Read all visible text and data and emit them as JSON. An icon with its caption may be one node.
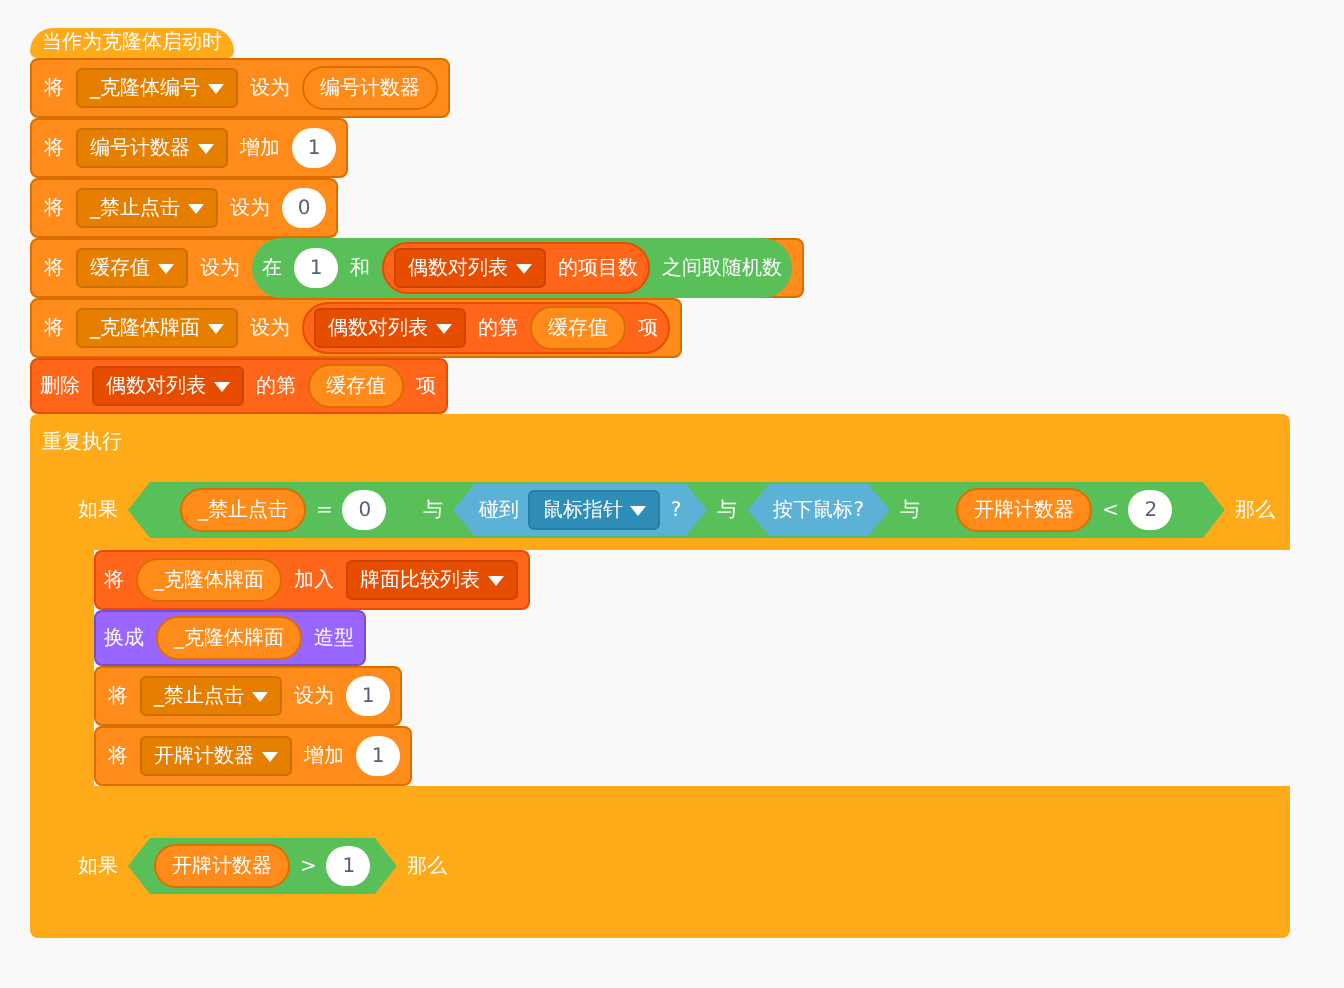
{
  "diagram": {
    "nodes": [
      {
        "text": [
          "当作为克隆体启动时"
        ]
      },
      {
        "text": [
          "将",
          "设为"
        ]
      },
      {
        "text": [
          "_克隆体编号"
        ],
        "in": 1
      },
      {
        "text": [
          "编号计数器"
        ],
        "in": 1
      },
      {
        "text": [
          "将",
          "增加"
        ]
      },
      {
        "text": [
          "编号计数器"
        ],
        "in": 4
      },
      {
        "text": [
          "1"
        ],
        "in": 4
      },
      {
        "text": [
          "将",
          "设为"
        ]
      },
      {
        "text": [
          "_禁止点击"
        ],
        "in": 7
      },
      {
        "text": [
          "0"
        ],
        "in": 7
      },
      {
        "text": [
          "将",
          "设为"
        ]
      },
      {
        "text": [
          "缓存值"
        ],
        "in": 10
      },
      {
        "text": [
          "在",
          "和",
          "之间取随机数"
        ],
        "in": 10
      },
      {
        "text": [
          "1"
        ],
        "in": 12
      },
      {
        "text": [
          "的项目数"
        ],
        "in": 12
      },
      {
        "text": [
          "偶数对列表"
        ],
        "in": 14
      },
      {
        "text": [
          "将",
          "设为"
        ]
      },
      {
        "text": [
          "_克隆体牌面"
        ],
        "in": 16
      },
      {
        "text": [
          "的第",
          "项"
        ],
        "in": 16
      },
      {
        "text": [
          "偶数对列表"
        ],
        "in": 18
      },
      {
        "text": [
          "缓存值"
        ],
        "in": 18
      },
      {
        "text": [
          "删除",
          "的第",
          "项"
        ]
      },
      {
        "text": [
          "偶数对列表"
        ],
        "in": 21
      },
      {
        "text": [
          "缓存值"
        ],
        "in": 21
      },
      {
        "text": [
          "重复执行"
        ]
      },
      {
        "text": [
          "如果",
          "那么"
        ],
        "in": 24
      },
      {
        "text": [
          "与",
          "与",
          "与"
        ],
        "in": 25
      },
      {
        "text": [
          "="
        ],
        "in": 26
      },
      {
        "text": [
          "_禁止点击"
        ],
        "in": 27
      },
      {
        "text": [
          "0"
        ],
        "in": 27
      },
      {
        "text": [
          "碰到",
          "?"
        ],
        "in": 26
      },
      {
        "text": [
          "鼠标指针"
        ],
        "in": 30
      },
      {
        "text": [
          "按下鼠标?"
        ],
        "in": 26
      },
      {
        "text": [
          "<"
        ],
        "in": 26
      },
      {
        "text": [
          "开牌计数器"
        ],
        "in": 33
      },
      {
        "text": [
          "2"
        ],
        "in": 33
      },
      {
        "text": [
          "将",
          "加入"
        ],
        "in": 25
      },
      {
        "text": [
          "_克隆体牌面"
        ],
        "in": 36
      },
      {
        "text": [
          "牌面比较列表"
        ],
        "in": 36
      },
      {
        "text": [
          "换成",
          "造型"
        ],
        "in": 25
      },
      {
        "text": [
          "_克隆体牌面"
        ],
        "in": 39
      },
      {
        "text": [
          "将",
          "设为"
        ],
        "in": 25
      },
      {
        "text": [
          "_禁止点击"
        ],
        "in": 41
      },
      {
        "text": [
          "1"
        ],
        "in": 41
      },
      {
        "text": [
          "将",
          "增加"
        ],
        "in": 25
      },
      {
        "text": [
          "开牌计数器"
        ],
        "in": 44
      },
      {
        "text": [
          "1"
        ],
        "in": 44
      },
      {
        "text": [
          "如果",
          "那么"
        ],
        "in": 24
      },
      {
        "text": [
          ">"
        ],
        "in": 47
      },
      {
        "text": [
          "开牌计数器"
        ],
        "in": 48
      },
      {
        "text": [
          "1"
        ],
        "in": 48
      }
    ]
  }
}
